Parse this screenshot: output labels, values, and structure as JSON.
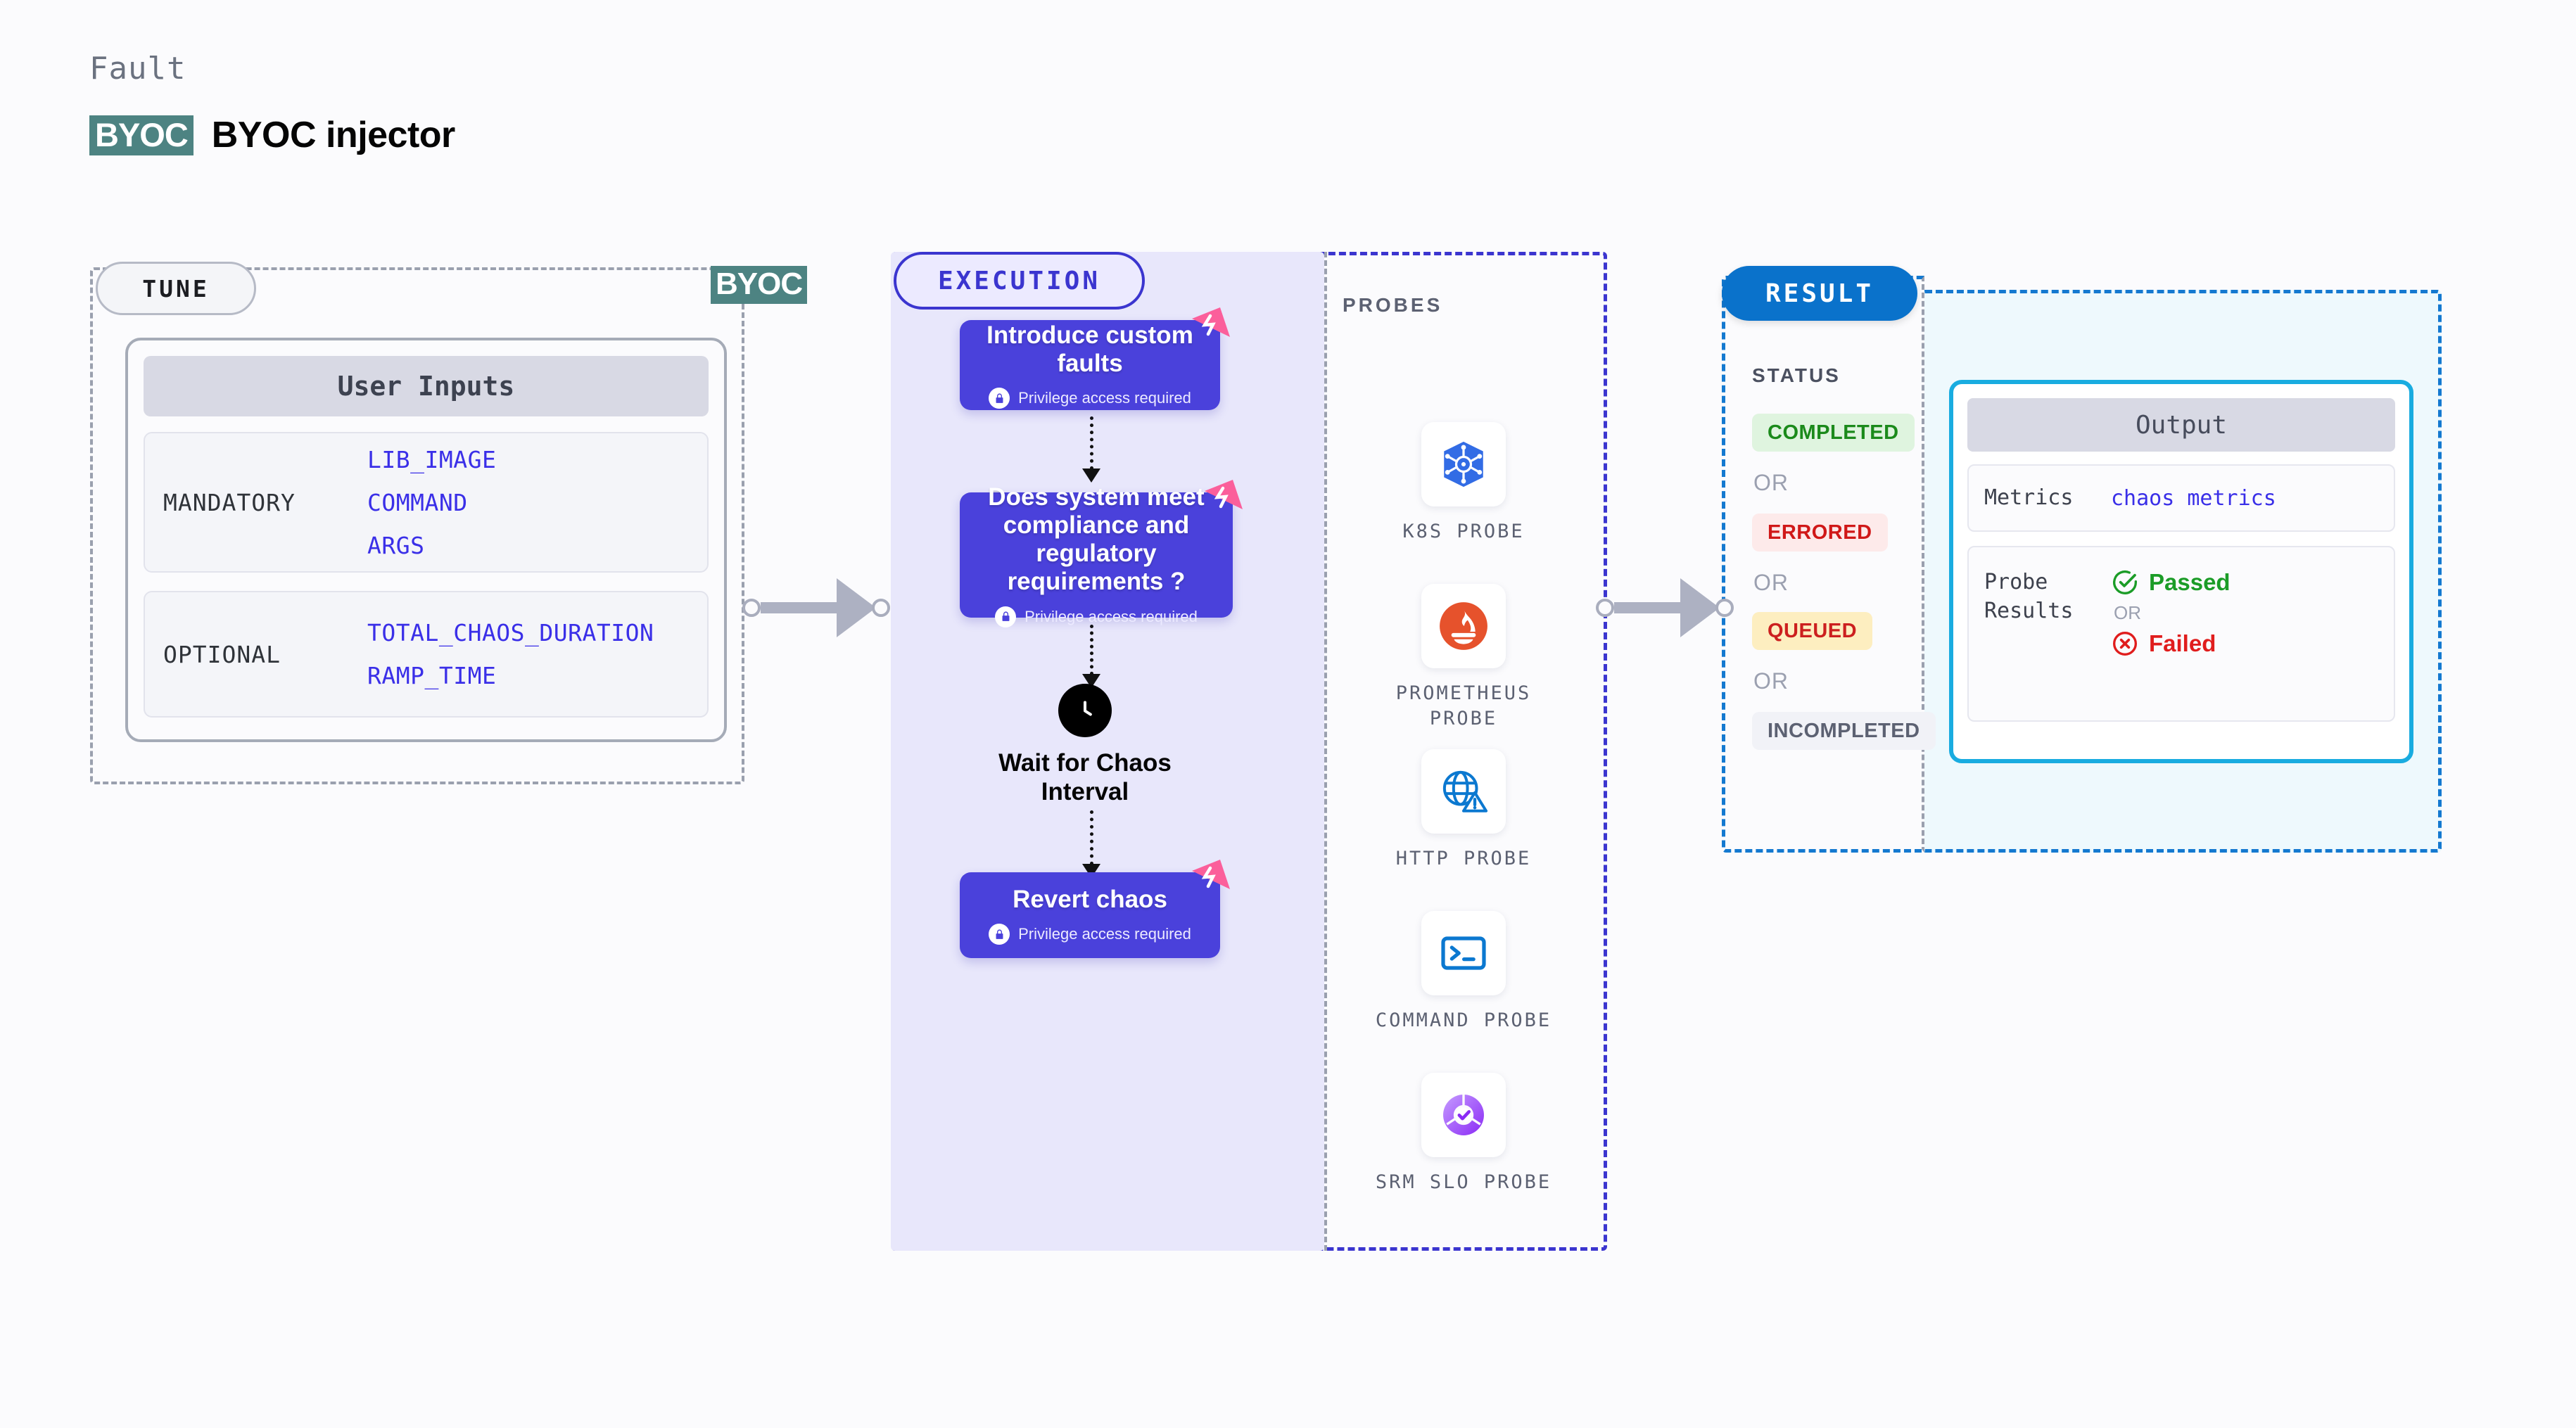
{
  "header": {
    "eyebrow": "Fault",
    "badge": "BYOC",
    "title": "BYOC injector"
  },
  "tune": {
    "pill_label": "TUNE",
    "edge_badge": "BYOC",
    "card_header": "User Inputs",
    "groups": [
      {
        "label": "MANDATORY",
        "values": [
          "LIB_IMAGE",
          "COMMAND",
          "ARGS"
        ]
      },
      {
        "label": "OPTIONAL",
        "values": [
          "TOTAL_CHAOS_DURATION",
          "RAMP_TIME"
        ]
      }
    ]
  },
  "execution": {
    "pill_label": "EXECUTION",
    "privilege_note": "Privilege access required",
    "nodes": [
      {
        "title": "Introduce custom faults",
        "has_privilege": true,
        "has_chaos_badge": true
      },
      {
        "title": "Does system meet compliance and regulatory requirements ?",
        "has_privilege": true,
        "has_chaos_badge": true
      },
      {
        "title": "Revert chaos",
        "has_privilege": true,
        "has_chaos_badge": true
      }
    ],
    "wait_node": {
      "icon": "clock-icon",
      "label": "Wait for Chaos Interval"
    }
  },
  "probes": {
    "section_label": "PROBES",
    "items": [
      {
        "label": "K8S PROBE",
        "icon": "kubernetes-icon"
      },
      {
        "label": "PROMETHEUS PROBE",
        "icon": "prometheus-icon"
      },
      {
        "label": "HTTP PROBE",
        "icon": "http-globe-icon"
      },
      {
        "label": "COMMAND PROBE",
        "icon": "terminal-icon"
      },
      {
        "label": "SRM SLO PROBE",
        "icon": "srm-slo-icon"
      }
    ]
  },
  "result": {
    "pill_label": "RESULT",
    "status_label": "STATUS",
    "or_label": "OR",
    "statuses": [
      {
        "text": "COMPLETED",
        "bg": "#dff4df",
        "fg": "#1b8a1b"
      },
      {
        "text": "ERRORED",
        "bg": "#fdeaea",
        "fg": "#d01818"
      },
      {
        "text": "QUEUED",
        "bg": "#fdeec0",
        "fg": "#cc1f1f"
      },
      {
        "text": "INCOMPLETED",
        "bg": "#f1f2f7",
        "fg": "#5c6172"
      }
    ],
    "output": {
      "header": "Output",
      "metrics_key": "Metrics",
      "metrics_value": "chaos metrics",
      "probe_results_key": "Probe Results",
      "passed": "Passed",
      "or": "OR",
      "failed": "Failed"
    }
  },
  "colors": {
    "brand_blue": "#4a41db",
    "teal_badge": "#4d8382",
    "result_blue": "#0a72cb",
    "cyan_border": "#19ace0",
    "chaos_pink": "#fb5f9b"
  }
}
